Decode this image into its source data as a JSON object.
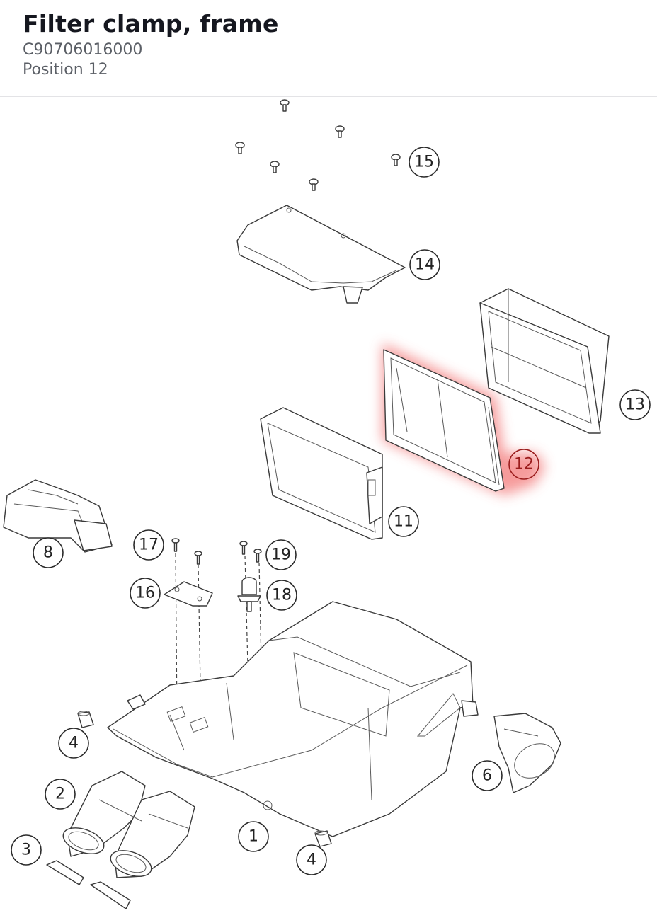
{
  "header": {
    "title": "Filter clamp, frame",
    "part_number": "C90706016000",
    "position": "Position 12"
  },
  "diagram": {
    "highlight_color": "#f48a8a",
    "highlighted_position": "12",
    "callouts": [
      {
        "id": "15",
        "label": "15"
      },
      {
        "id": "14",
        "label": "14"
      },
      {
        "id": "13",
        "label": "13"
      },
      {
        "id": "12",
        "label": "12"
      },
      {
        "id": "11",
        "label": "11"
      },
      {
        "id": "8",
        "label": "8"
      },
      {
        "id": "17",
        "label": "17"
      },
      {
        "id": "19",
        "label": "19"
      },
      {
        "id": "16",
        "label": "16"
      },
      {
        "id": "18",
        "label": "18"
      },
      {
        "id": "4a",
        "label": "4"
      },
      {
        "id": "2",
        "label": "2"
      },
      {
        "id": "6",
        "label": "6"
      },
      {
        "id": "1",
        "label": "1"
      },
      {
        "id": "3",
        "label": "3"
      },
      {
        "id": "4b",
        "label": "4"
      }
    ]
  }
}
